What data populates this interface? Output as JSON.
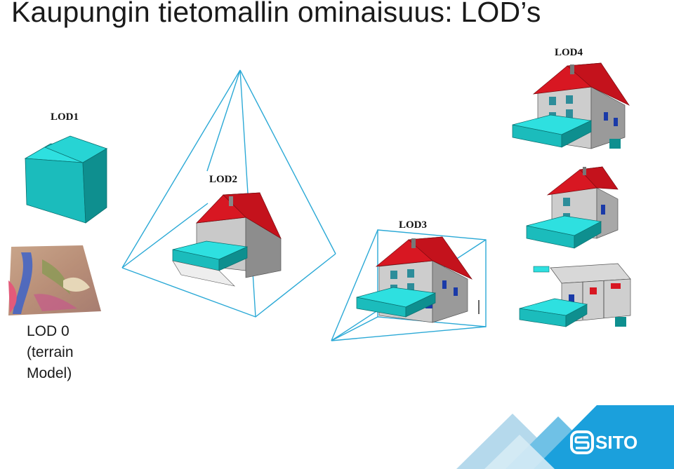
{
  "title": "Kaupungin tietomallin ominaisuus: LOD’s",
  "lod_labels": {
    "lod1": "LOD1",
    "lod2": "LOD2",
    "lod3": "LOD3",
    "lod4": "LOD4"
  },
  "lod0_caption": [
    "LOD 0",
    "(terrain",
    "Model)"
  ],
  "brand": {
    "name": "SITO"
  },
  "colors": {
    "roof": "#d81722",
    "wall": "#c8c8c8",
    "cyan": "#1ec8c8",
    "frustum": "#2ba9d6",
    "brand_blue": "#1ba0dc"
  }
}
